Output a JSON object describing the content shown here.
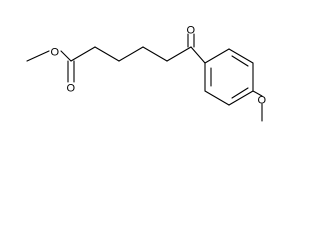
{
  "molecule": {
    "atom_labels": {
      "ester_ether_oxygen": "O",
      "ester_carbonyl_oxygen": "O",
      "ketone_oxygen": "O",
      "methoxy_oxygen": "O"
    }
  }
}
